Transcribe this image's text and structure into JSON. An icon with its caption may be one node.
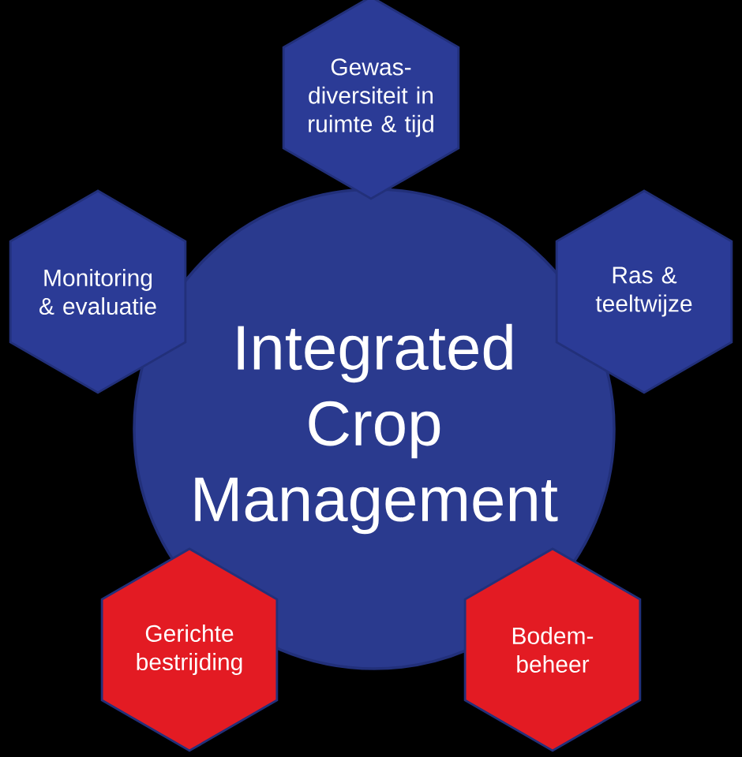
{
  "diagram": {
    "nodes": [
      {
        "text": [
          "Gewas- diversiteit in ruimte & tijd"
        ]
      },
      {
        "text": [
          "Monitoring & evaluatie"
        ]
      },
      {
        "text": [
          "Ras & teeltwijze"
        ]
      },
      {
        "text": [
          "Integrated Crop Management"
        ]
      },
      {
        "text": [
          "Gerichte bestrijding"
        ]
      },
      {
        "text": [
          "Bodem- beheer"
        ]
      }
    ]
  }
}
